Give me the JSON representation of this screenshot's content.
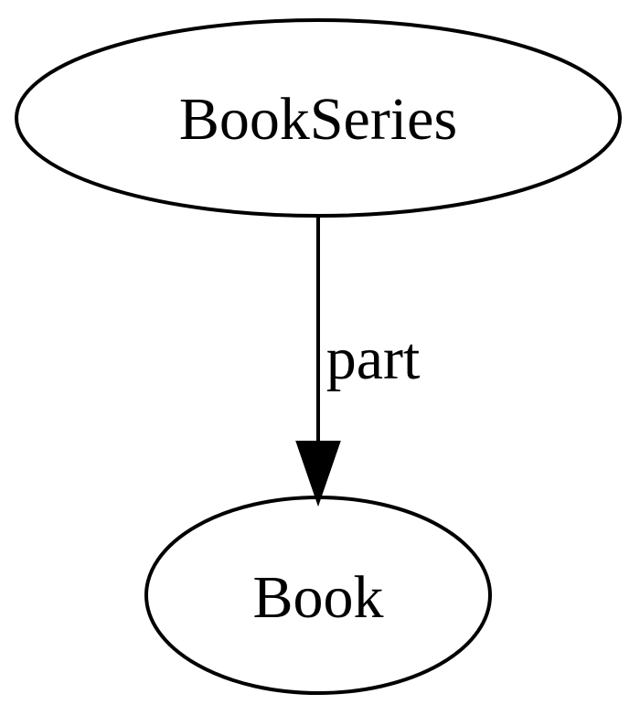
{
  "diagram": {
    "nodes": [
      {
        "id": "bookseries",
        "label": "BookSeries"
      },
      {
        "id": "book",
        "label": "Book"
      }
    ],
    "edges": [
      {
        "from": "bookseries",
        "to": "book",
        "label": "part"
      }
    ],
    "colors": {
      "stroke": "#000000",
      "background": "#ffffff",
      "text": "#000000"
    }
  }
}
